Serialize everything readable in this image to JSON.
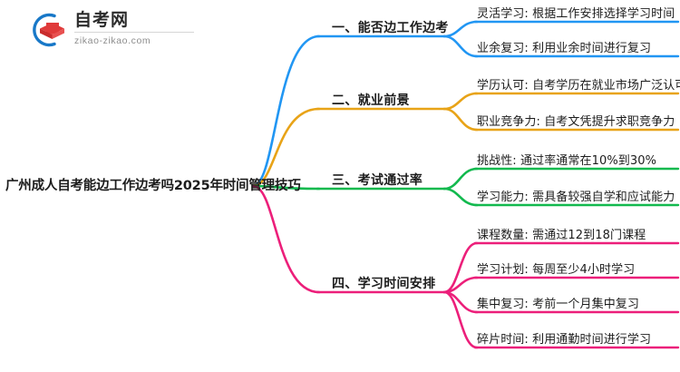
{
  "logo": {
    "title": "自考网",
    "subtitle": "zikao-zikao.com",
    "mark_name": "zikao-logo-icon",
    "arc_color": "#1878c8",
    "cap_color": "#e03a3a"
  },
  "mindmap": {
    "root": {
      "label": "广州成人自考能边工作边考吗2025年时间管理技巧"
    },
    "branches": [
      {
        "label": "一、能否边工作边考",
        "color": "#2196f3",
        "children": [
          {
            "label": "灵活学习: 根据工作安排选择学习时间"
          },
          {
            "label": "业余复习: 利用业余时间进行复习"
          }
        ]
      },
      {
        "label": "二、就业前景",
        "color": "#e8a317",
        "children": [
          {
            "label": "学历认可: 自考学历在就业市场广泛认可"
          },
          {
            "label": "职业竞争力: 自考文凭提升求职竞争力"
          }
        ]
      },
      {
        "label": "三、考试通过率",
        "color": "#12b94e",
        "children": [
          {
            "label": "挑战性: 通过率通常在10%到30%"
          },
          {
            "label": "学习能力: 需具备较强自学和应试能力"
          }
        ]
      },
      {
        "label": "四、学习时间安排",
        "color": "#ec1f7a",
        "children": [
          {
            "label": "课程数量: 需通过12到18门课程"
          },
          {
            "label": "学习计划: 每周至少4小时学习"
          },
          {
            "label": "集中复习: 考前一个月集中复习"
          },
          {
            "label": "碎片时间: 利用通勤时间进行学习"
          }
        ]
      }
    ]
  }
}
